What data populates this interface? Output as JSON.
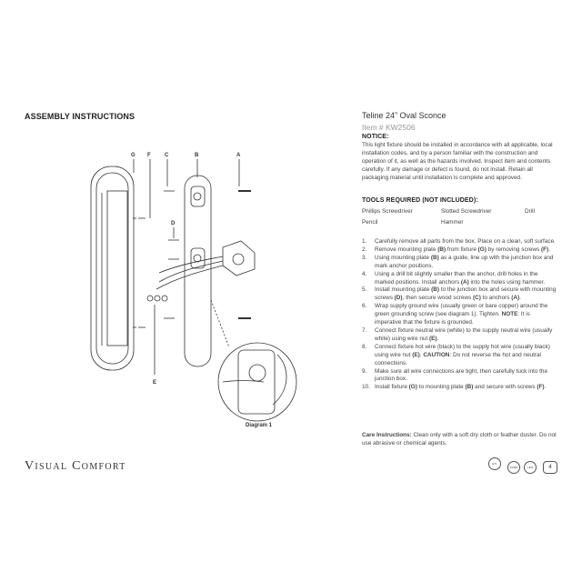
{
  "header": {
    "assembly": "ASSEMBLY INSTRUCTIONS",
    "product_title": "Teline 24” Oval Sconce",
    "item_number": "Item # KW2506"
  },
  "notice": {
    "heading": "NOTICE:",
    "body": "This light fixture should be installed in accordance with all applicable, local installation codes, and by a person familiar with the construction and operation of it, as well as the hazards involved. Inspect item and contents carefully. If any damage or defect is found, do not install. Retain all packaging material until installation is complete and approved."
  },
  "tools": {
    "heading": "TOOLS REQUIRED (NOT INCLUDED):",
    "items": [
      "Phillips Screwdriver",
      "Slotted Screwdriver",
      "Drill",
      "Pencil",
      "Hammer"
    ]
  },
  "steps": [
    {
      "num": "1.",
      "parts": [
        {
          "t": "Carefully remove all parts from the box. Place on a clean, soft surface."
        }
      ]
    },
    {
      "num": "2.",
      "parts": [
        {
          "t": "Remove mounting plate "
        },
        {
          "t": "(B)",
          "b": true
        },
        {
          "t": " from fixture "
        },
        {
          "t": "(G)",
          "b": true
        },
        {
          "t": " by removing screws "
        },
        {
          "t": "(F)",
          "b": true
        },
        {
          "t": "."
        }
      ]
    },
    {
      "num": "3.",
      "parts": [
        {
          "t": "Using mounting plate "
        },
        {
          "t": "(B)",
          "b": true
        },
        {
          "t": " as a guide, line up with the junction box and mark anchor positions."
        }
      ]
    },
    {
      "num": "4.",
      "parts": [
        {
          "t": "Using a drill bit slightly smaller than the anchor, drill holes in the marked positions. Install anchors "
        },
        {
          "t": "(A)",
          "b": true
        },
        {
          "t": " into the holes using hammer."
        }
      ]
    },
    {
      "num": "5.",
      "parts": [
        {
          "t": "Install mounting plate "
        },
        {
          "t": "(B)",
          "b": true
        },
        {
          "t": " to the junction box and secure with mounting screws "
        },
        {
          "t": "(D)",
          "b": true
        },
        {
          "t": ", then secure wood screws "
        },
        {
          "t": "(C)",
          "b": true
        },
        {
          "t": " to anchors "
        },
        {
          "t": "(A)",
          "b": true
        },
        {
          "t": "."
        }
      ]
    },
    {
      "num": "6.",
      "parts": [
        {
          "t": "Wrap supply ground wire (usually green or bare copper) around the green grounding screw (see diagram 1). Tighten. "
        },
        {
          "t": "NOTE",
          "b": true
        },
        {
          "t": ": It is imperative that the fixture is grounded."
        }
      ]
    },
    {
      "num": "7.",
      "parts": [
        {
          "t": "Connect fixture neutral wire (white) to the supply neutral wire (usually white) using wire nut "
        },
        {
          "t": "(E)",
          "b": true
        },
        {
          "t": "."
        }
      ]
    },
    {
      "num": "8.",
      "parts": [
        {
          "t": "Connect fixture hot wire (black) to the supply hot wire (usually black) using wire nut "
        },
        {
          "t": "(E)",
          "b": true
        },
        {
          "t": ". "
        },
        {
          "t": "CAUTION",
          "b": true
        },
        {
          "t": ": Do not reverse the hot and neutral connections."
        }
      ]
    },
    {
      "num": "9.",
      "parts": [
        {
          "t": "Make sure all wire connections are tight, then carefully tuck into the junction box."
        }
      ]
    },
    {
      "num": "10.",
      "parts": [
        {
          "t": "Install fixture "
        },
        {
          "t": "(G)",
          "b": true
        },
        {
          "t": " to mounting plate "
        },
        {
          "t": "(B)",
          "b": true
        },
        {
          "t": " and secure with screws "
        },
        {
          "t": "(F)",
          "b": true
        },
        {
          "t": "."
        }
      ]
    }
  ],
  "care": {
    "label": "Care Instructions:",
    "text": " Clean only with a soft dry cloth or feather duster. Do not use abrasive or chemical agents."
  },
  "diagram": {
    "labels": {
      "A": "A",
      "B": "B",
      "C": "C",
      "D": "D",
      "E": "E",
      "F": "F",
      "G": "G"
    },
    "caption": "Diagram 1"
  },
  "logo": "Visual Comfort",
  "badges": {
    "etl": "ETL",
    "damp": "DAMP",
    "led": "LED",
    "count": "4"
  }
}
